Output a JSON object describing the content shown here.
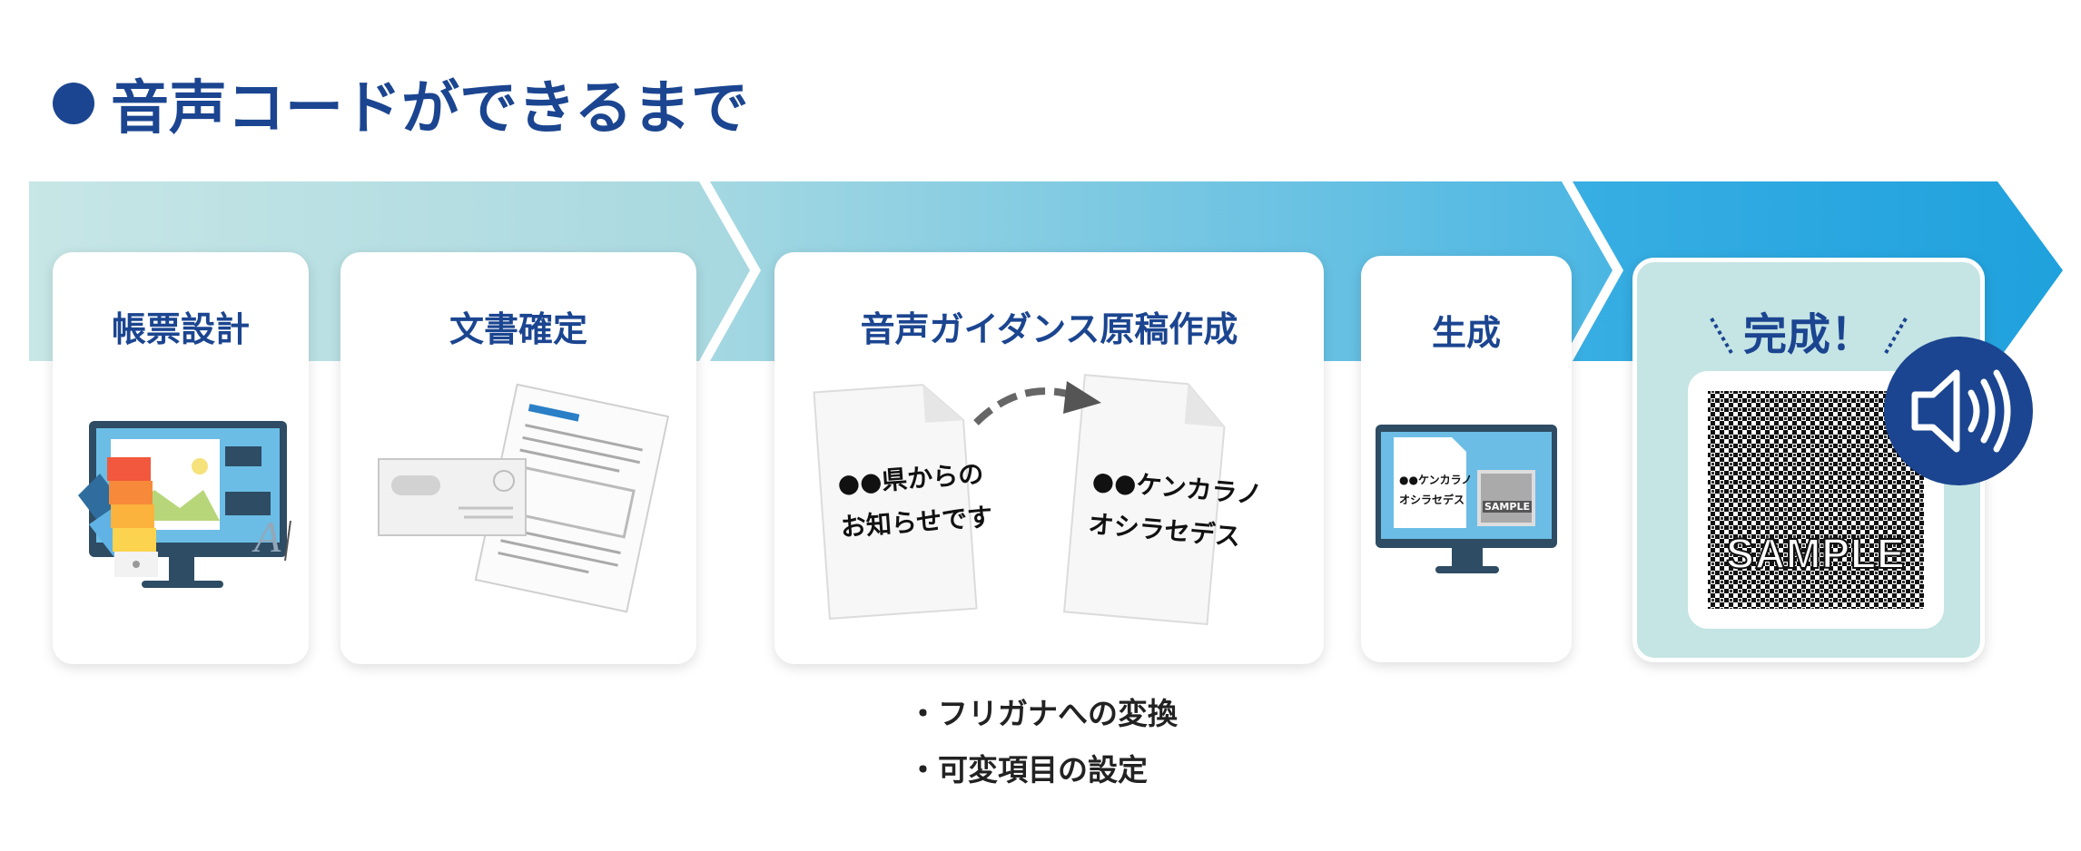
{
  "page_title": "音声コードができるまで",
  "steps": [
    {
      "label": "帳票設計"
    },
    {
      "label": "文書確定"
    },
    {
      "label": "音声ガイダンス原稿作成",
      "doc_before": [
        "●●県からの",
        "お知らせです"
      ],
      "doc_after": [
        "●●ケンカラノ",
        "オシラセデス"
      ]
    },
    {
      "label": "生成",
      "monitor_text": [
        "●●ケンカラノ",
        "オシラセデス"
      ],
      "sample_badge": "SAMPLE"
    },
    {
      "label": "完成！",
      "sample_overlay": "SAMPLE"
    }
  ],
  "notes": [
    "・フリガナへの変換",
    "・可変項目の設定"
  ],
  "colors": {
    "title": "#1b4590",
    "band_light": "#c5e4e4",
    "band_mid": "#7fcbe0",
    "band_dark": "#29a4dc"
  },
  "icons": [
    "speaker-icon",
    "monitor-icon",
    "color-swatch-icon",
    "envelope-icon",
    "document-icon",
    "arrow-icon",
    "qr-code-icon"
  ]
}
